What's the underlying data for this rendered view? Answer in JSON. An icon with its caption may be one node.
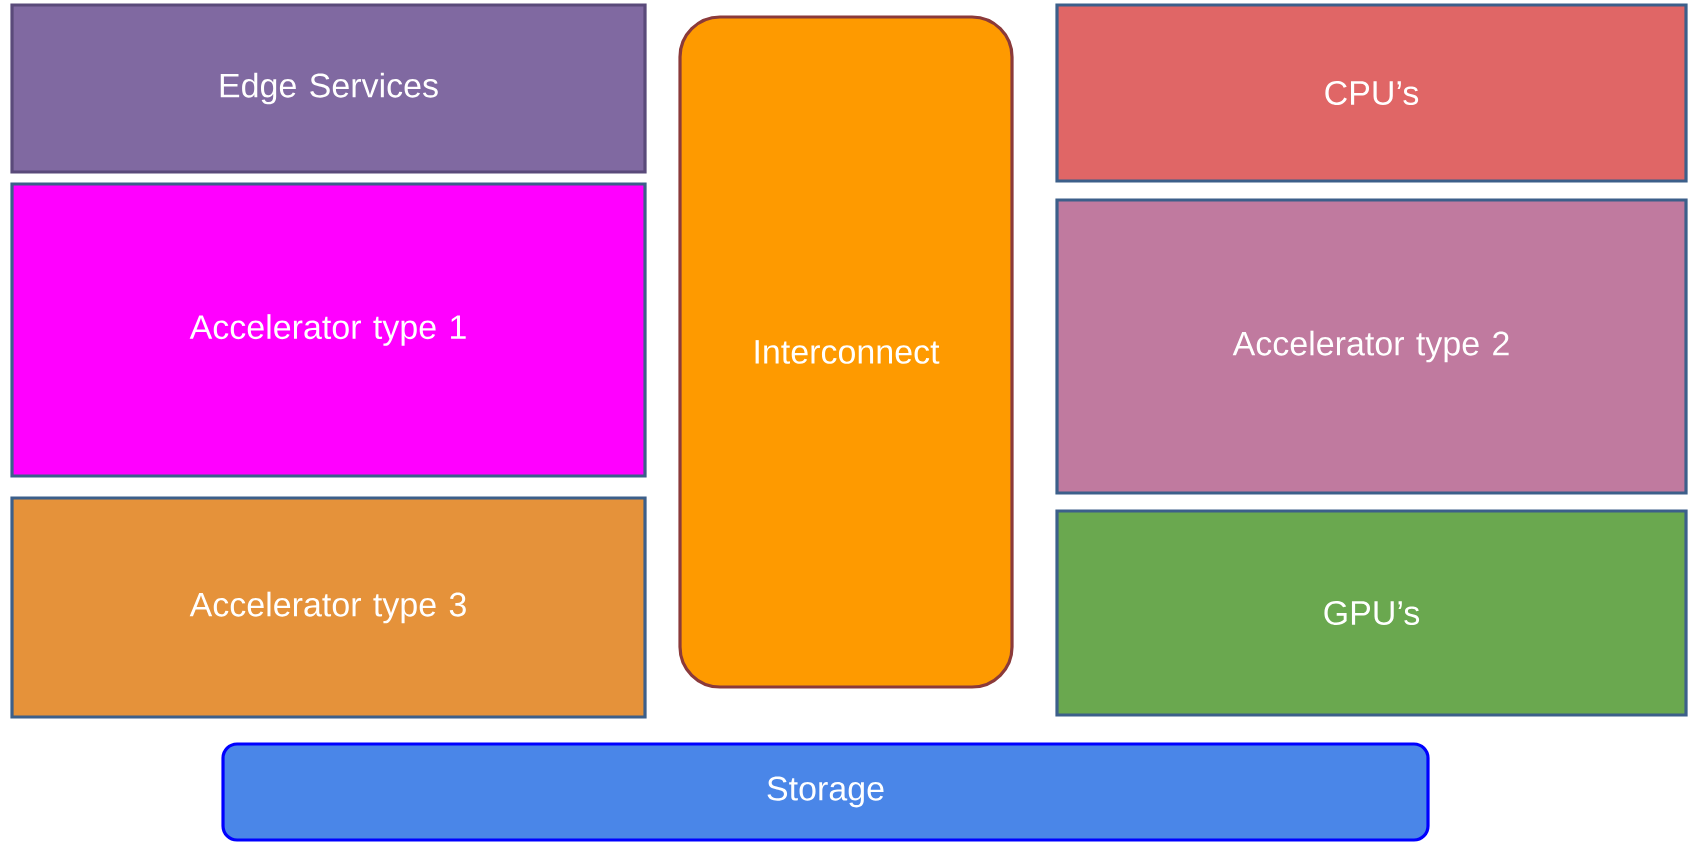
{
  "diagram": {
    "nodes": [
      {
        "text": [
          "Edge Services"
        ]
      },
      {
        "text": [
          "Accelerator type 1"
        ]
      },
      {
        "text": [
          "Accelerator type 3"
        ]
      },
      {
        "text": [
          "Interconnect"
        ]
      },
      {
        "text": [
          "CPU’s"
        ]
      },
      {
        "text": [
          "Accelerator type 2"
        ]
      },
      {
        "text": [
          "GPU’s"
        ]
      },
      {
        "text": [
          "Storage"
        ]
      }
    ]
  }
}
